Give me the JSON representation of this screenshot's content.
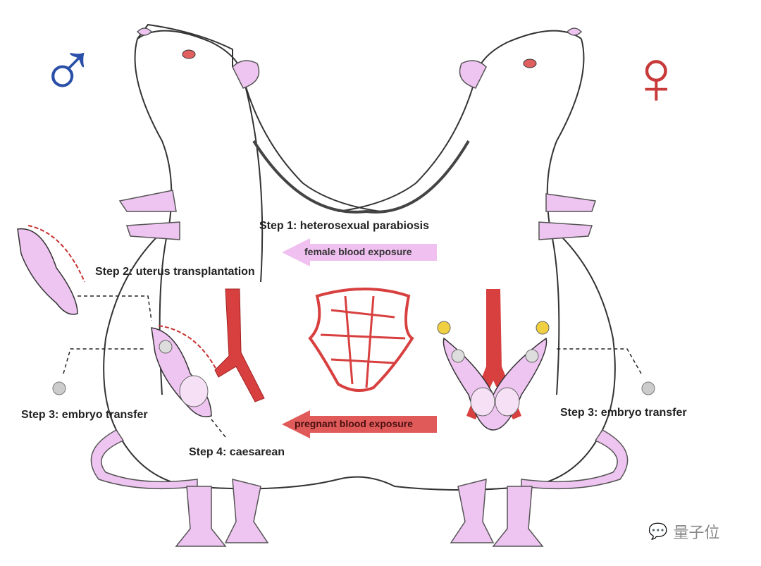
{
  "symbols": {
    "male": "♂",
    "female": "♀",
    "male_color": "#2a4fa8",
    "female_color": "#c83a3a"
  },
  "steps": {
    "step1": "Step 1: heterosexual parabiosis",
    "step2": "Step 2: uterus transplantation",
    "step3_left": "Step 3: embryo transfer",
    "step3_right": "Step 3: embryo transfer",
    "step4": "Step 4: caesarean"
  },
  "arrows": {
    "female_blood": "female blood exposure",
    "pregnant_blood": "pregnant blood exposure",
    "female_blood_color": "#f0c0f0",
    "pregnant_blood_color": "#e05a5a"
  },
  "watermark": {
    "text": "量子位"
  },
  "colors": {
    "skin": "#eec4f0",
    "vessel": "#d84040",
    "outline": "#333333"
  }
}
